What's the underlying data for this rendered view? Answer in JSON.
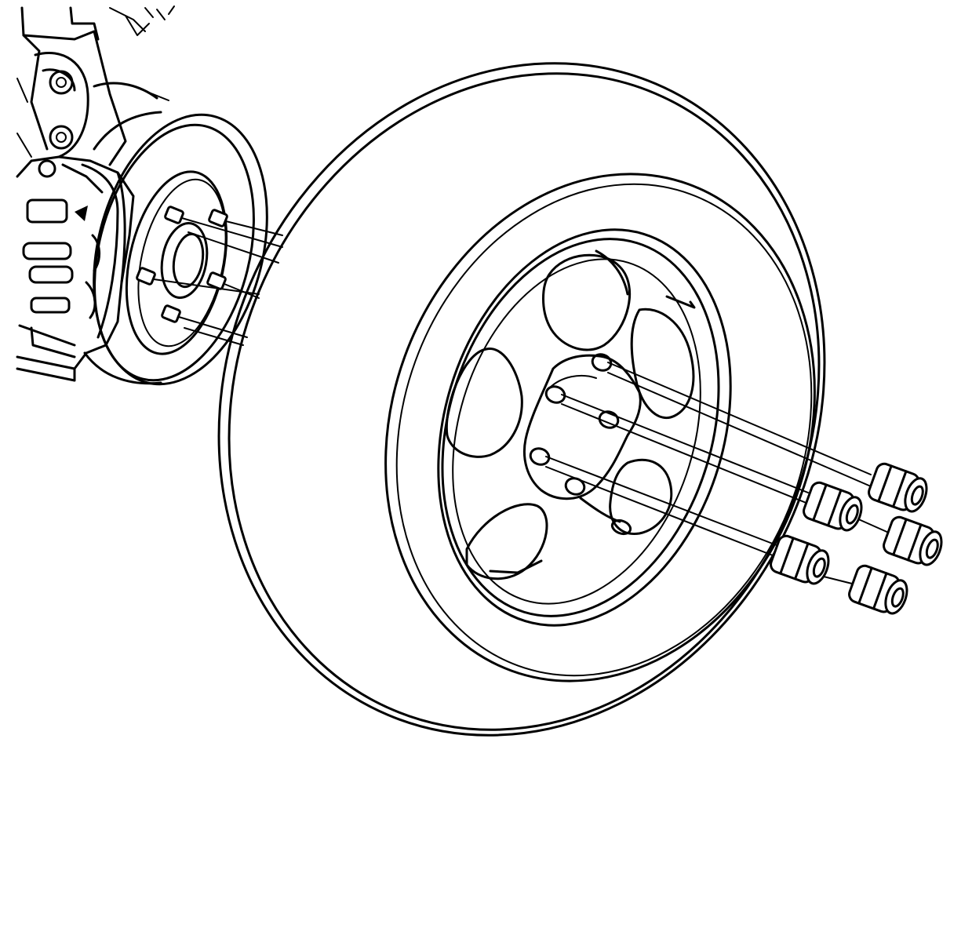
{
  "figure": {
    "subject": "",
    "colors": {
      "line": "#000000",
      "background": "#ffffff"
    },
    "components": {
      "hub_studs": 5,
      "wheel_lug_holes": 5,
      "lug_nuts": 5
    }
  }
}
